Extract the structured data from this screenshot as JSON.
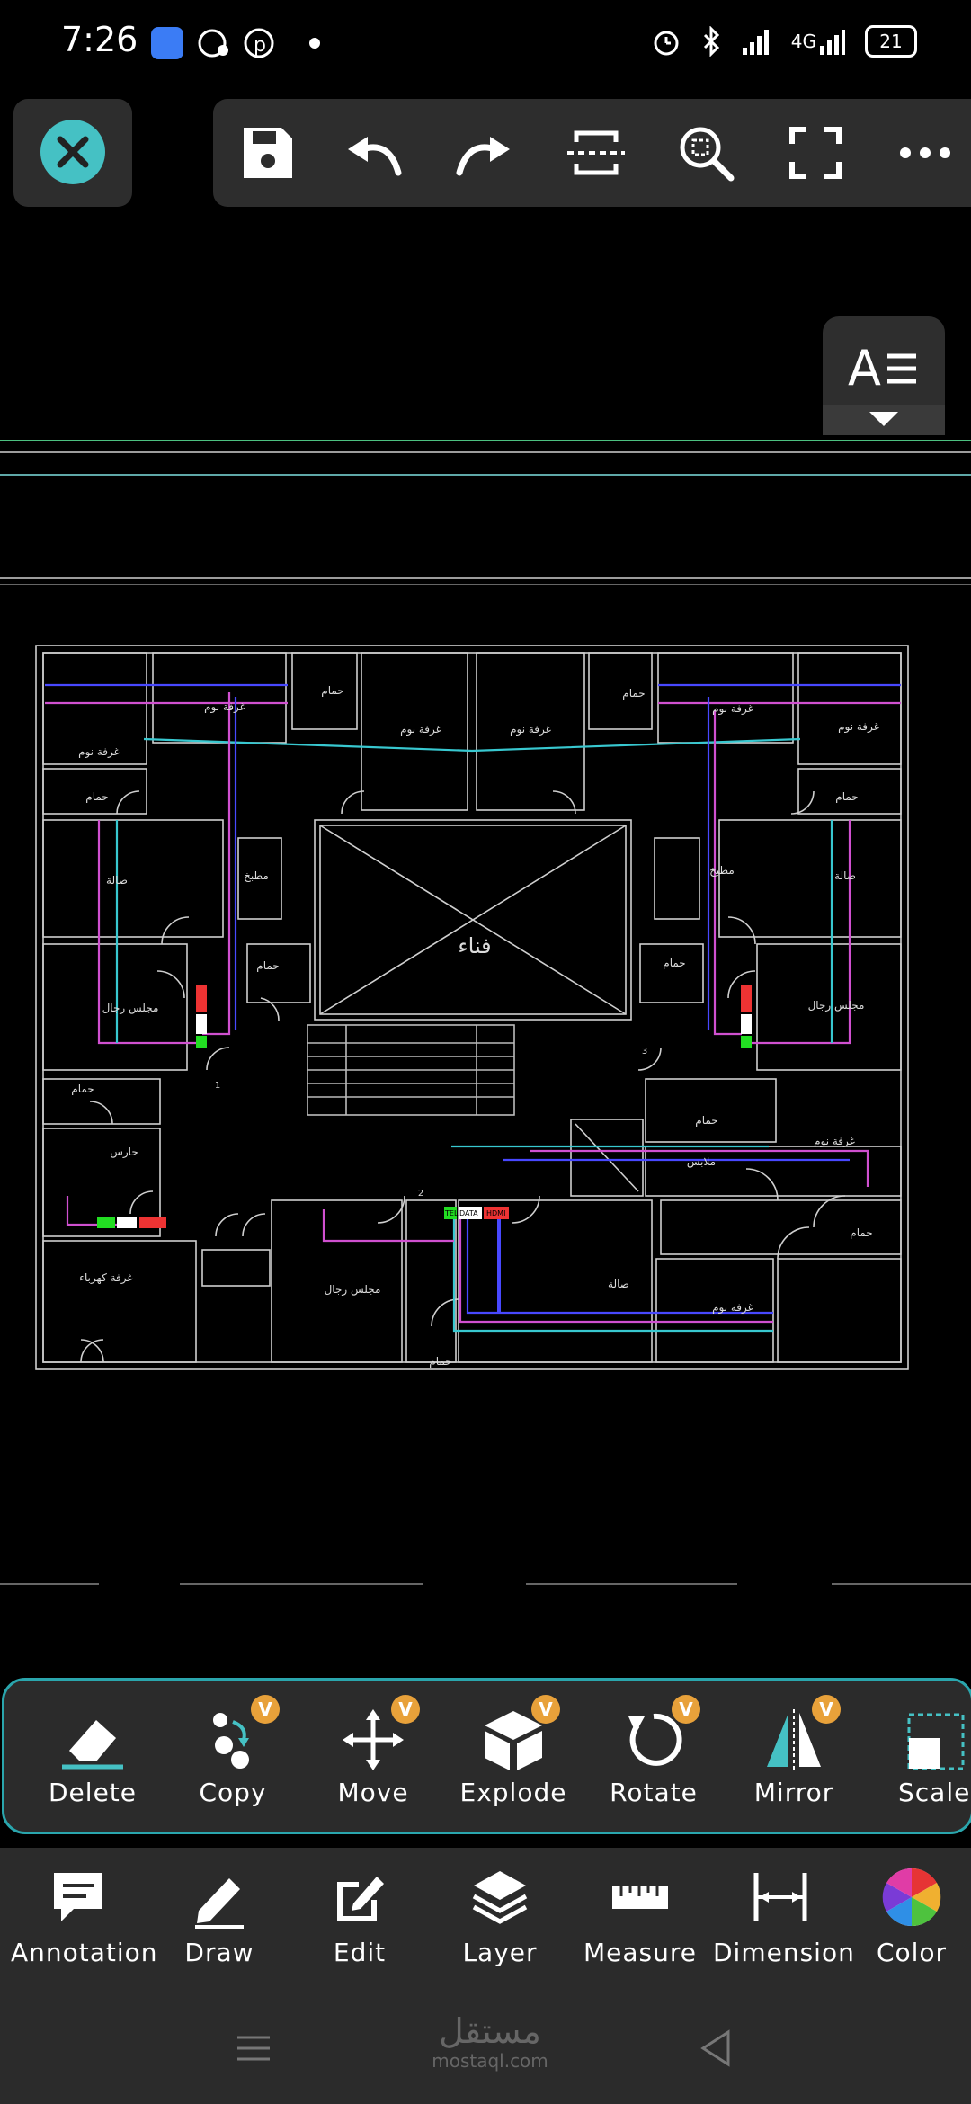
{
  "status_bar": {
    "time": "7:26",
    "network": "4G",
    "battery": "21",
    "icons": [
      "alarm-icon",
      "bluetooth-icon",
      "signal-icon",
      "network-4g-icon",
      "battery-icon"
    ]
  },
  "top_toolbar": {
    "buttons": [
      "close-icon",
      "save-icon",
      "undo-icon",
      "redo-icon",
      "section-icon",
      "zoom-extents-icon",
      "fullscreen-icon",
      "more-icon"
    ]
  },
  "accent_color": "#45c1c4",
  "drawing": {
    "labels": {
      "courtyard": "فناء",
      "men_majlis_left": "مجلس رجال",
      "men_majlis_right": "مجلس رجال",
      "men_majlis_bottom": "مجلس رجال",
      "kitchen_left": "مطبخ",
      "kitchen_right": "مطبخ",
      "bedroom_1": "غرفة نوم",
      "bedroom_2": "غرفة نوم",
      "bedroom_3": "غرفة نوم",
      "bedroom_4": "غرفة نوم",
      "bedroom_5": "غرفة نوم",
      "bedroom_6": "غرفة نوم",
      "bedroom_7": "غرفة نوم",
      "bedroom_8": "غرفة نوم",
      "bath_1": "حمام",
      "bath_2": "حمام",
      "bath_3": "حمام",
      "bath_4": "حمام",
      "bath_5": "حمام",
      "bath_6": "حمام",
      "bath_7": "حمام",
      "bath_8": "حمام",
      "bath_9": "حمام",
      "bath_10": "حمام",
      "living_left": "صالة",
      "living_right": "صالة",
      "living_bottom": "صالة",
      "guard": "حارس",
      "electric_room": "غرفة كهرباء",
      "closet": "ملابس",
      "data_tag": "DATA",
      "hdmi_tag": "HDMI",
      "tel_tag": "TEL",
      "num_1": "1",
      "num_2": "2",
      "num_3": "3"
    }
  },
  "modify_tools": [
    {
      "label": "Delete",
      "badge": ""
    },
    {
      "label": "Copy",
      "badge": "V"
    },
    {
      "label": "Move",
      "badge": "V"
    },
    {
      "label": "Explode",
      "badge": "V"
    },
    {
      "label": "Rotate",
      "badge": "V"
    },
    {
      "label": "Mirror",
      "badge": "V"
    },
    {
      "label": "Scale",
      "badge": ""
    }
  ],
  "bottom_nav": [
    {
      "label": "Annotation"
    },
    {
      "label": "Draw"
    },
    {
      "label": "Edit"
    },
    {
      "label": "Layer"
    },
    {
      "label": "Measure"
    },
    {
      "label": "Dimension"
    },
    {
      "label": "Color"
    }
  ],
  "watermark": {
    "line1": "مستقل",
    "line2": "mostaql.com"
  }
}
